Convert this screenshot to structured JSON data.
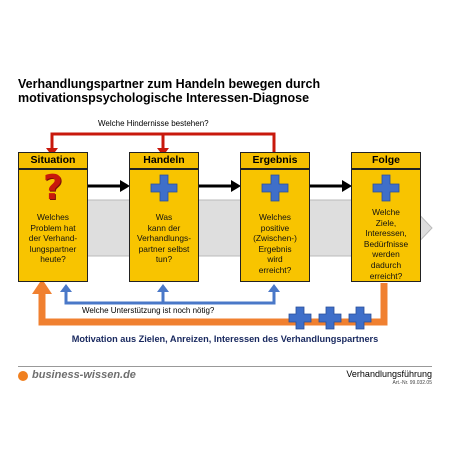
{
  "title": {
    "line1": "Verhandlungspartner zum Handeln bewegen durch",
    "line2": "motivationspsychologische Interessen-Diagnose"
  },
  "top_question": "Welche Hindernisse bestehen?",
  "bottom_question": "Welche Unterstützung ist noch nötig?",
  "motivation": "Motivation aus Zielen, Anreizen, Interessen des Verhandlungspartners",
  "boxes": [
    {
      "header": "Situation",
      "icon": "question-mark-icon",
      "lines": [
        "Welches",
        "Problem hat",
        "der Verhand-",
        "lungspartner",
        "heute?"
      ]
    },
    {
      "header": "Handeln",
      "icon": "plus-icon",
      "lines": [
        "Was",
        "kann der",
        "Verhandlungs-",
        "partner selbst",
        "tun?"
      ]
    },
    {
      "header": "Ergebnis",
      "icon": "plus-icon",
      "lines": [
        "Welches",
        "positive",
        "(Zwischen-)",
        "Ergebnis",
        "wird",
        "erreicht?"
      ]
    },
    {
      "header": "Folge",
      "icon": "plus-icon",
      "lines": [
        "Welche",
        "Ziele,",
        "Interessen,",
        "Bedürfnisse",
        "werden",
        "dadurch",
        "erreicht?"
      ]
    }
  ],
  "colors": {
    "box_fill": "#f8c400",
    "red_arrow": "#c8180c",
    "blue_arrow": "#4a78c8",
    "orange_arrow": "#f08030",
    "plus": "#3f6fc9"
  },
  "footer": {
    "brand": "business-wissen.de",
    "title": "Verhandlungsführung",
    "art_nr": "Art.-Nr. 99.032.05"
  }
}
